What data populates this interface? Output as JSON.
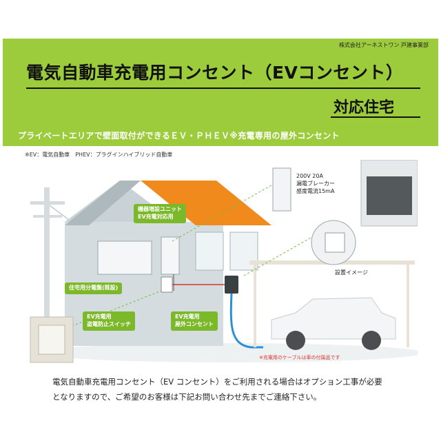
{
  "header": {
    "company": "株式会社アーネストワン 戸建事業部",
    "title": "電気自動車充電用コンセント（EVコンセント）",
    "subtitle": "対応住宅",
    "tagline": "プライベートエリアで壁面取付ができるＥＶ・ＰＨＥＶ※充電専用の屋外コンセント"
  },
  "footnote": "※EV：電気自動車　PHEV：プラグインハイブリッド自動車",
  "illustration": {
    "unit_label": [
      "機器増設ユニット",
      "EV充電対応用"
    ],
    "panel_label": "住宅用分電盤(既設)",
    "switch_label": [
      "EV充電用",
      "盗電防止スイッチ"
    ],
    "outlet_label": [
      "EV充電用",
      "屋外コンセント"
    ],
    "breaker_spec": [
      "200V  20A",
      "漏電ブレーカー",
      "感度電流15mA"
    ],
    "install_image_label": "設置イメージ",
    "cable_note": "※充電用のケーブルは車の付属品です"
  },
  "body_text": [
    "電気自動車充電用コンセント（EV コンセント）をご利用される場合はオプション工事が必要",
    "となりますので、ご希望のお客様は下記お問い合わせ先までご連絡下さい。"
  ],
  "colors": {
    "banner": "#9ccc3c",
    "label_green": "#7cb92a",
    "roof": "#f08a1c",
    "house_wall": "#d4dce0",
    "note_red": "#e0342d"
  }
}
